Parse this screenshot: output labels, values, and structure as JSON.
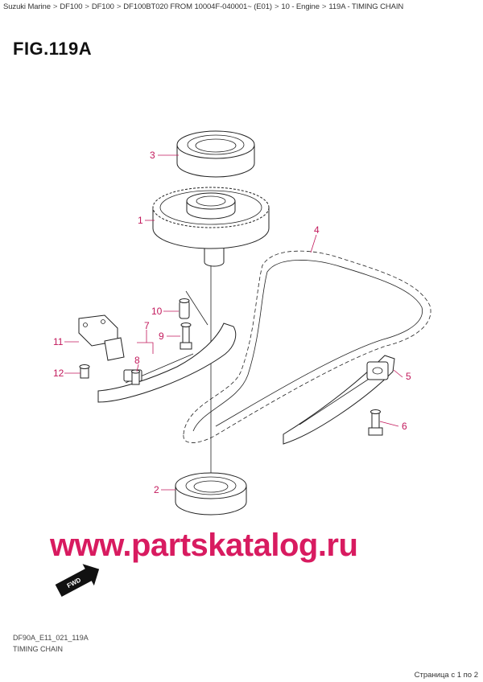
{
  "breadcrumb": {
    "items": [
      {
        "label": "Suzuki Marine"
      },
      {
        "label": "DF100"
      },
      {
        "label": "DF100"
      },
      {
        "label": "DF100BT020 FROM 10004F-040001~ (E01)"
      },
      {
        "label": "10 - Engine"
      },
      {
        "label": "119A - TIMING CHAIN"
      }
    ],
    "separator": ">"
  },
  "figure": {
    "title": "FIG.119A",
    "callouts": [
      "1",
      "2",
      "3",
      "4",
      "5",
      "6",
      "7",
      "8",
      "9",
      "10",
      "11",
      "12"
    ],
    "fwd_label": "FWD"
  },
  "watermark": "www.partskatalog.ru",
  "footer": {
    "code": "DF90A_E11_021_119A",
    "caption": "TIMING CHAIN",
    "pager": "Страница с 1 по 2"
  },
  "colors": {
    "callout": "#c2185b",
    "watermark": "#d81b60"
  }
}
